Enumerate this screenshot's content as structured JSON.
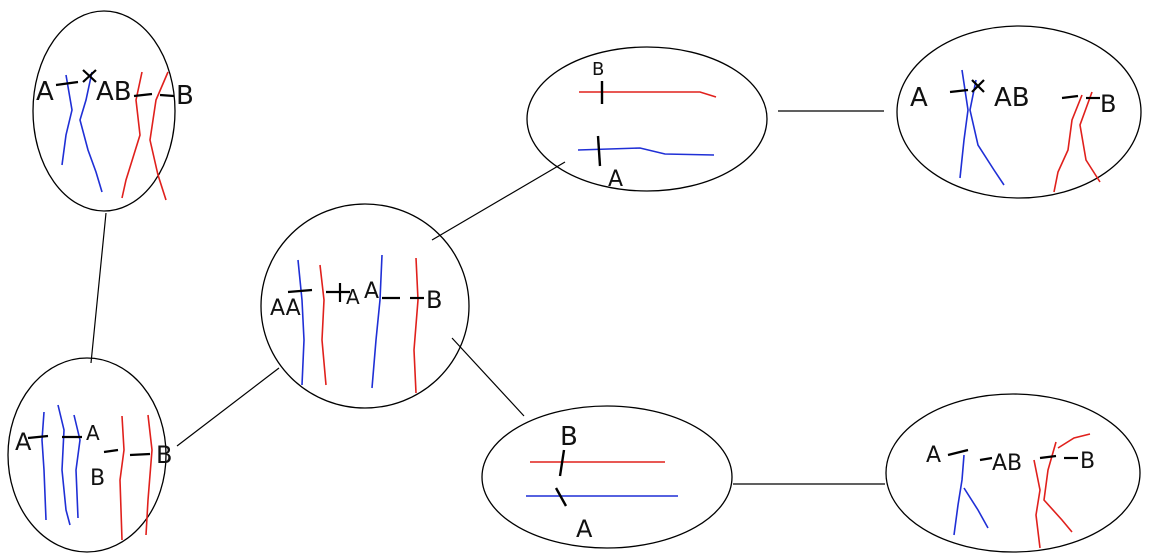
{
  "colors": {
    "outline": "#000000",
    "red": "#e0201c",
    "blue": "#1f2fd6",
    "background": "#ffffff"
  },
  "nodes": {
    "top_left": {
      "labels": [
        "A",
        "AB",
        "B"
      ]
    },
    "bottom_left": {
      "labels": [
        "A",
        "A",
        "B",
        "B"
      ]
    },
    "center": {
      "labels": [
        "AA",
        "A",
        "A",
        "B"
      ]
    },
    "upper_mid": {
      "labels": [
        "B",
        "A"
      ]
    },
    "lower_mid": {
      "labels": [
        "B",
        "A"
      ]
    },
    "upper_right": {
      "labels": [
        "A",
        "AB",
        "B"
      ]
    },
    "lower_right": {
      "labels": [
        "A",
        "AB",
        "B"
      ]
    }
  }
}
